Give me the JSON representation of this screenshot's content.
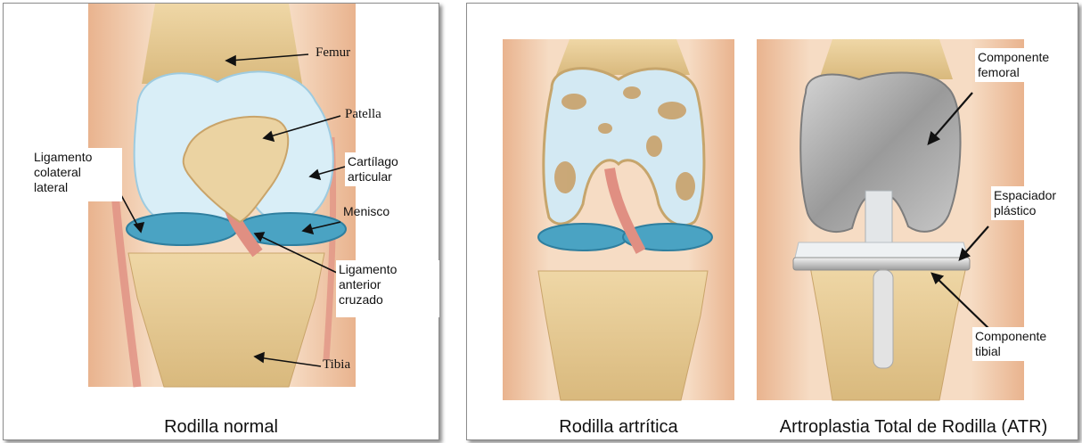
{
  "left_panel": {
    "caption": "Rodilla normal",
    "labels": {
      "femur": "Femur",
      "patella": "Patella",
      "cartilago": "Cartílago\narticular",
      "ligamento_colateral": "Ligamento\ncolateral\nlateral",
      "menisco": "Menisco",
      "ligamento_cruzado": "Ligamento\nanterior\ncruzado",
      "tibia": "Tibia"
    }
  },
  "right_panel": {
    "caption_arthritic": "Rodilla artrítica",
    "caption_tkr": "Artroplastia Total de Rodilla (ATR)",
    "labels": {
      "componente_femoral": "Componente\nfemoral",
      "espaciador": "Espaciador\nplástico",
      "componente_tibial": "Componente\ntibial"
    }
  },
  "colors": {
    "skin": "#f3c8a0",
    "bone": "#e9cf9a",
    "cartilage": "#d7ecf5",
    "meniscus": "#4aa3c3",
    "implant": "#a9a9a9",
    "ligament": "#e79b8e"
  }
}
